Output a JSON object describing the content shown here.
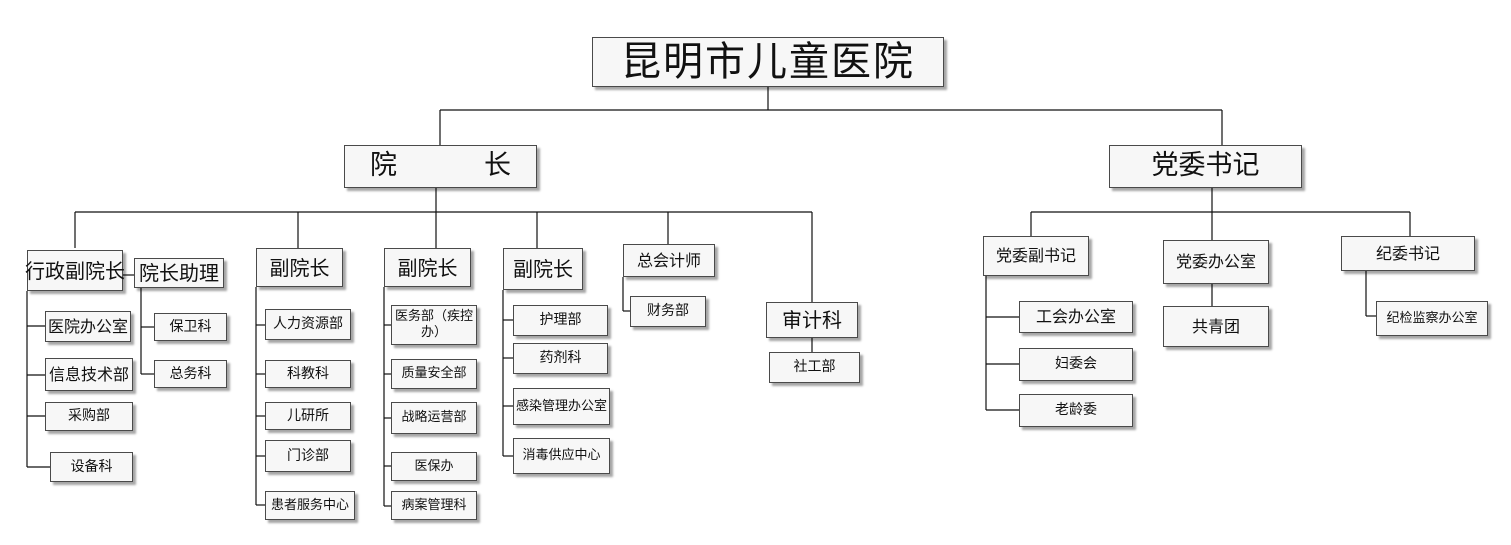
{
  "org": {
    "root": "昆明市儿童医院",
    "president": "院　长",
    "party_secretary": "党委书记",
    "president_branch": {
      "exec_vp": {
        "title": "行政副院长",
        "units": [
          "医院办公室",
          "信息技术部",
          "采购部",
          "设备科"
        ]
      },
      "assistant": {
        "title": "院长助理",
        "units": [
          "保卫科",
          "总务科"
        ]
      },
      "vp1": {
        "title": "副院长",
        "units": [
          "人力资源部",
          "科教科",
          "儿研所",
          "门诊部",
          "患者服务中心"
        ]
      },
      "vp2": {
        "title": "副院长",
        "units": [
          "医务部（疾控办）",
          "质量安全部",
          "战略运营部",
          "医保办",
          "病案管理科"
        ]
      },
      "vp3": {
        "title": "副院长",
        "units": [
          "护理部",
          "药剂科",
          "感染管理办公室",
          "消毒供应中心"
        ]
      },
      "accountant": {
        "title": "总会计师",
        "units": [
          "财务部"
        ]
      },
      "audit": {
        "title": "审计科",
        "units": [
          "社工部"
        ]
      }
    },
    "party_branch": {
      "deputy_secretary": {
        "title": "党委副书记",
        "units": [
          "工会办公室",
          "妇委会",
          "老龄委"
        ]
      },
      "party_office": {
        "title": "党委办公室",
        "units": [
          "共青团"
        ]
      },
      "discipline_secretary": {
        "title": "纪委书记",
        "units": [
          "纪检监察办公室"
        ]
      }
    }
  }
}
